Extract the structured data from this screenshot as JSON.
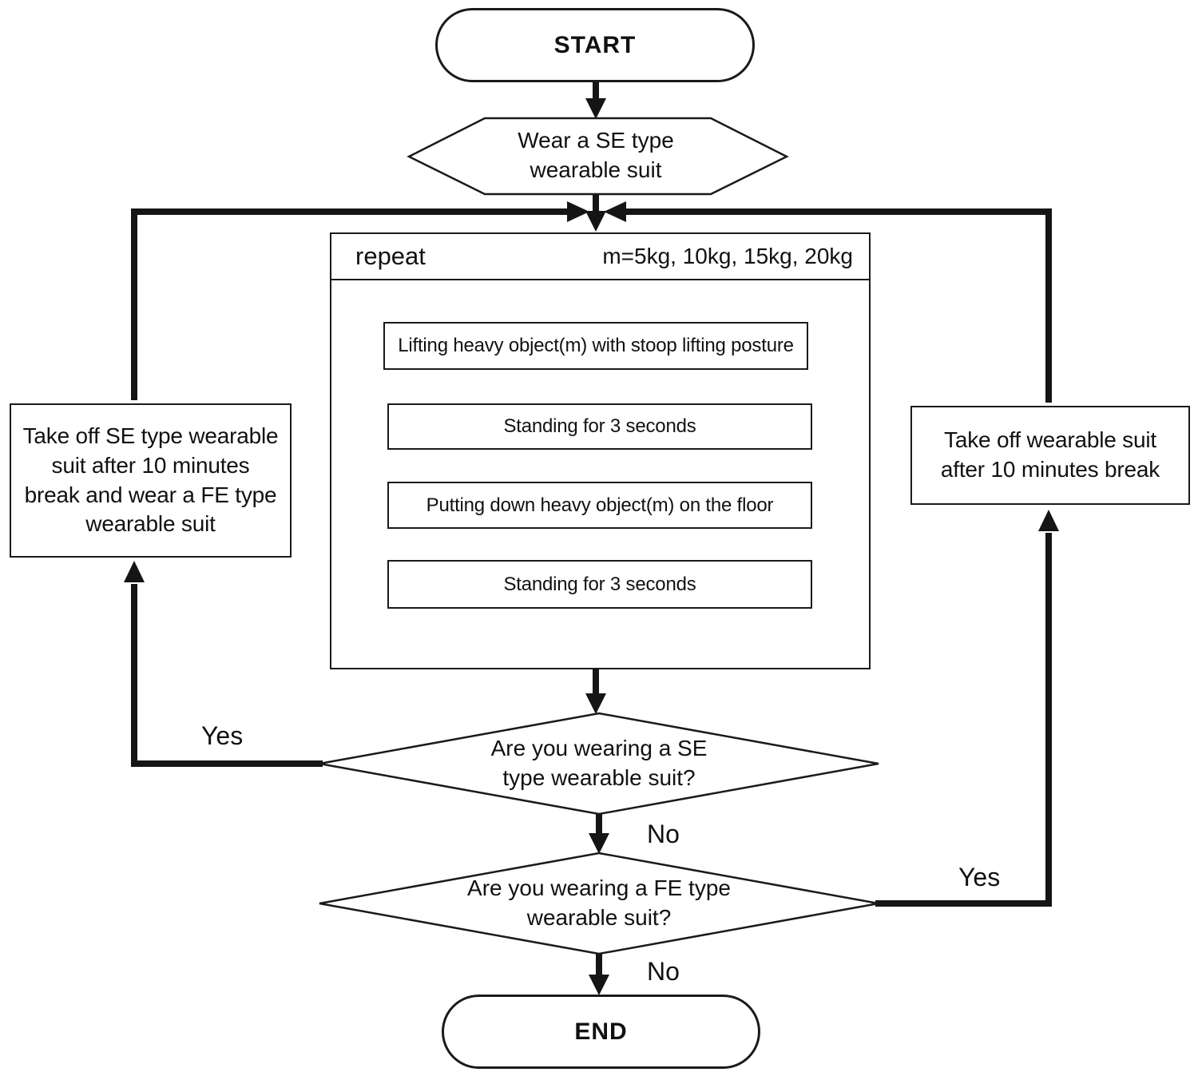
{
  "diagram": {
    "background": "#ffffff",
    "stroke_color": "#1a1a1a",
    "nodes": {
      "start": {
        "label": "START"
      },
      "wear_se_suit": {
        "lines": [
          "Wear a SE type",
          "wearable suit"
        ]
      },
      "repeat_loop": {
        "label": "repeat",
        "condition": "m=5kg, 10kg, 15kg, 20kg"
      },
      "lifting": {
        "label": "Lifting heavy object(m) with stoop lifting posture"
      },
      "standing_1": {
        "label": "Standing for 3 seconds"
      },
      "putting_down": {
        "label": "Putting down heavy object(m) on the floor"
      },
      "standing_2": {
        "label": "Standing for 3 seconds"
      },
      "decision_se": {
        "lines": [
          "Are you wearing a SE",
          "type wearable suit?"
        ]
      },
      "decision_fe": {
        "lines": [
          "Are you wearing a FE type",
          "wearable suit?"
        ]
      },
      "swap_to_fe": {
        "lines": [
          "Take off SE type wearable",
          "suit after 10 minutes",
          "break and wear a FE type",
          "wearable suit"
        ]
      },
      "take_off": {
        "lines": [
          "Take off wearable suit",
          "after 10 minutes break"
        ]
      },
      "end": {
        "label": "END"
      }
    },
    "edge_labels": {
      "se_yes": "Yes",
      "se_no": "No",
      "fe_yes": "Yes",
      "fe_no": "No"
    }
  }
}
